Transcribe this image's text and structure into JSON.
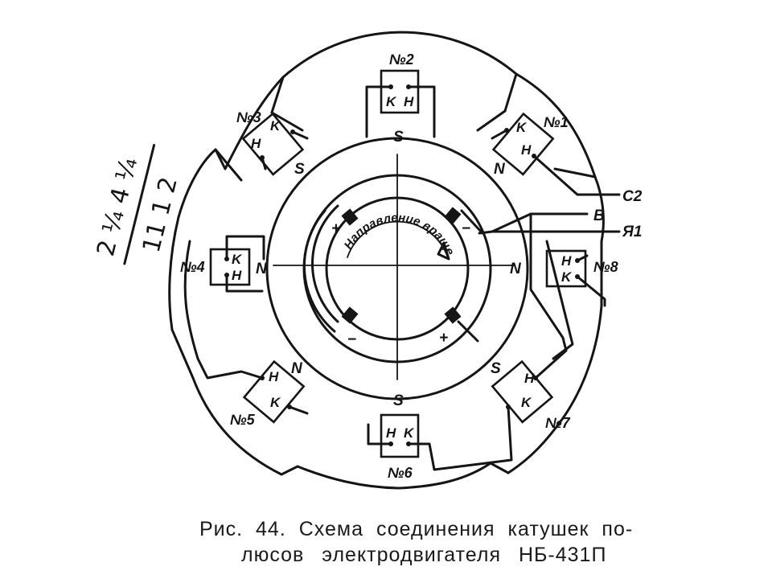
{
  "caption": {
    "line1": "Рис. 44. Схема соединения катушек по-",
    "line2": "люсов электродвигателя НБ-431П"
  },
  "handwritten_note": {
    "top": "2 ¼ 4 ¼",
    "bottom": "11 1 2"
  },
  "rotation_label": "Направление вращения",
  "coils": [
    {
      "id": "1",
      "label": "№1",
      "terminals": [
        "K",
        "H"
      ]
    },
    {
      "id": "2",
      "label": "№2",
      "terminals": [
        "K",
        "H"
      ]
    },
    {
      "id": "3",
      "label": "№3",
      "terminals": [
        "K",
        "H"
      ]
    },
    {
      "id": "4",
      "label": "№4",
      "terminals": [
        "K",
        "H"
      ]
    },
    {
      "id": "5",
      "label": "№5",
      "terminals": [
        "H",
        "K"
      ]
    },
    {
      "id": "6",
      "label": "№6",
      "terminals": [
        "H",
        "K"
      ]
    },
    {
      "id": "7",
      "label": "№7",
      "terminals": [
        "H",
        "K"
      ]
    },
    {
      "id": "8",
      "label": "№8",
      "terminals": [
        "H",
        "K"
      ]
    }
  ],
  "poles": {
    "top": "S",
    "bottom": "S",
    "left": "N",
    "right": "N",
    "upper_right": "N",
    "upper_left": "S",
    "lower_left": "N",
    "lower_right": "S"
  },
  "brushes": {
    "upper_left": "+",
    "upper_right": "−",
    "lower_left": "−",
    "lower_right": "+"
  },
  "outputs": {
    "c2": "C2",
    "ya1": "Я1",
    "b": "B"
  }
}
